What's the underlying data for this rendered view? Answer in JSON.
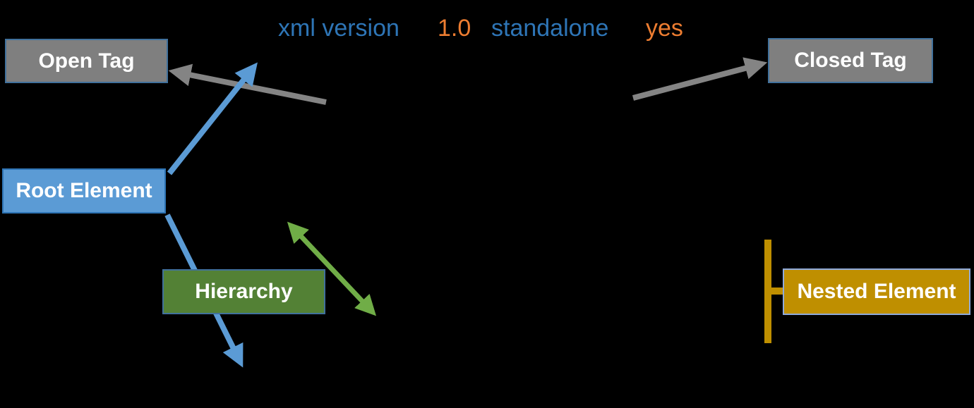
{
  "background": "#000000",
  "declaration": {
    "tokens": [
      {
        "name": "attribute-xml-version",
        "text": "xml version",
        "color": "#2E75B6"
      },
      {
        "name": "value-1-0",
        "text": "1.0",
        "color": "#ED7D31"
      },
      {
        "name": "attribute-standalone",
        "text": "standalone",
        "color": "#2E75B6"
      },
      {
        "name": "value-yes",
        "text": "yes",
        "color": "#ED7D31"
      }
    ]
  },
  "boxes": {
    "open_tag": {
      "label": "Open Tag",
      "fill": "#7F7F7F",
      "border": "#41719C",
      "text_color": "#FFFFFF"
    },
    "closed_tag": {
      "label": "Closed Tag",
      "fill": "#7F7F7F",
      "border": "#41719C",
      "text_color": "#FFFFFF"
    },
    "root_element": {
      "label": "Root Element",
      "fill": "#5B9BD5",
      "border": "#2E74B5",
      "text_color": "#FFFFFF"
    },
    "hierarchy": {
      "label": "Hierarchy",
      "fill": "#538135",
      "border": "#41719C",
      "text_color": "#FFFFFF"
    },
    "nested_element": {
      "label": "Nested Element",
      "fill": "#BF8F00",
      "border": "#8FAADC",
      "text_color": "#FFFFFF"
    }
  },
  "connectors": {
    "gray_arrow_color": "#848484",
    "blue_arrow_color": "#5B9BD5",
    "green_arrow_color": "#70AD47",
    "gold_bracket_color": "#BF8F00"
  }
}
